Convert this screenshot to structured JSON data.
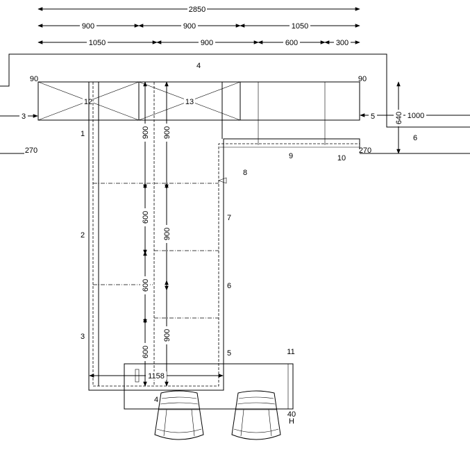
{
  "dimensions": {
    "total": "2850",
    "row1": [
      "900",
      "900",
      "1050"
    ],
    "row2": [
      "1050",
      "900",
      "600",
      "300"
    ],
    "vertical_left": [
      "900",
      "600",
      "600",
      "600"
    ],
    "vertical_right": [
      "900",
      "900",
      "900"
    ],
    "right_height": "640",
    "right_width": "1000",
    "corner_left_top": "90",
    "corner_right_top": "90",
    "corner_left_bottom": "270",
    "corner_right_bottom": "270",
    "table_width": "1158",
    "table_depth": "40",
    "table_mark": "H",
    "left_edge_value": "3"
  },
  "labels": {
    "wall_top": "4",
    "left_wall_top": "1",
    "left_wall_mid": "2",
    "left_wall_bottom": "3",
    "right_wall": "6",
    "right_marker": "5",
    "inner_8": "8",
    "inner_7": "7",
    "inner_6": "6",
    "inner_5": "5",
    "counter_9": "9",
    "counter_10": "10",
    "table_11": "11",
    "table_4": "4",
    "cabinet_12": "12",
    "cabinet_13": "13"
  }
}
